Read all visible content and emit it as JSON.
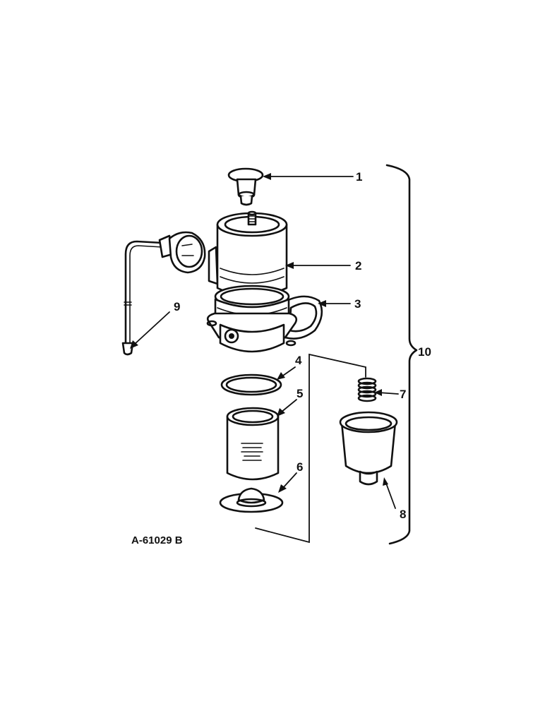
{
  "drawing_code": "A-61029 B",
  "callouts": [
    {
      "id": "1",
      "text": "1"
    },
    {
      "id": "2",
      "text": "2"
    },
    {
      "id": "3",
      "text": "3"
    },
    {
      "id": "4",
      "text": "4"
    },
    {
      "id": "5",
      "text": "5"
    },
    {
      "id": "6",
      "text": "6"
    },
    {
      "id": "7",
      "text": "7"
    },
    {
      "id": "8",
      "text": "8"
    },
    {
      "id": "9",
      "text": "9"
    },
    {
      "id": "10",
      "text": "10"
    }
  ]
}
